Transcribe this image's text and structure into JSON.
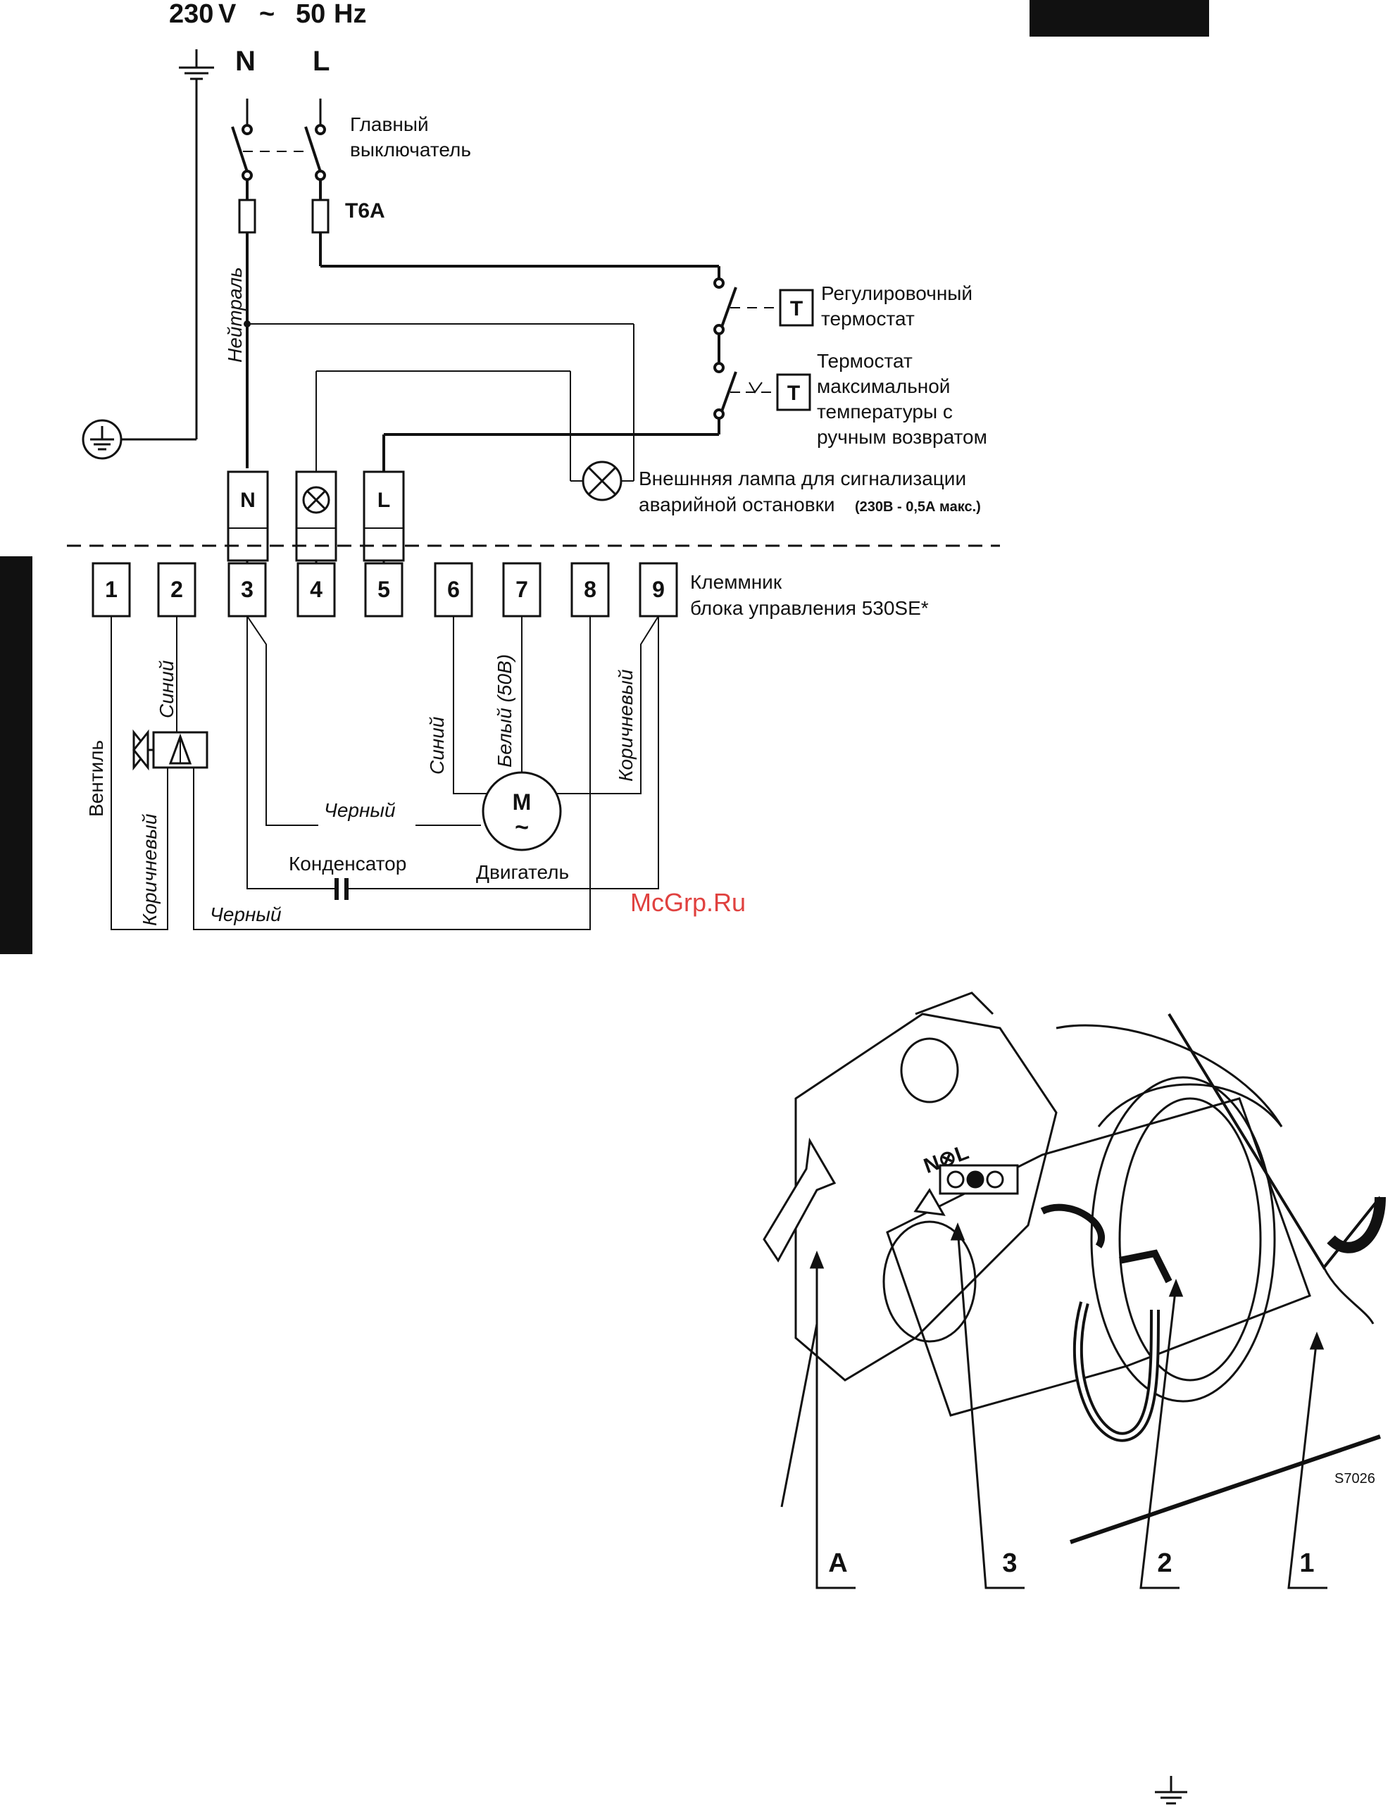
{
  "supply": {
    "voltage": "230",
    "v_unit": "V",
    "tilde": "~",
    "freq": "50",
    "f_unit": "Hz",
    "neutral": "N",
    "line": "L"
  },
  "switch": {
    "line1": "Главный",
    "line2": "выключатель"
  },
  "fuse": {
    "label": "T6A"
  },
  "neutral_label": "Нейтраль",
  "thermostats": {
    "symbol": "T",
    "regulating": [
      "Регулировочный",
      "термостат"
    ],
    "maximum": [
      "Термостат",
      "максимальной",
      "температуры с",
      "ручным возвратом"
    ]
  },
  "lamp": {
    "line1": "Внешнняя лампа для сигнализации",
    "line2": "аварийной остановки",
    "rating": "(230В - 0,5А макс.)"
  },
  "upper_terminals": [
    "N",
    "L"
  ],
  "terminals": [
    "1",
    "2",
    "3",
    "4",
    "5",
    "6",
    "7",
    "8",
    "9"
  ],
  "terminal_block": {
    "line1": "Клеммник",
    "line2": "блока управления 530SE*"
  },
  "wires": {
    "blue": "Синий",
    "white": "Белый (50В)",
    "brown": "Коричневый",
    "black": "Черный"
  },
  "valve_label": "Вентиль",
  "capacitor_label": "Конденсатор",
  "motor": {
    "symbol": "M",
    "tilde": "~",
    "label": "Двигатель"
  },
  "watermark": "McGrp.Ru",
  "photo": {
    "code": "S7026",
    "callouts": [
      "A",
      "3",
      "2",
      "1"
    ],
    "marking": "N⊗L"
  },
  "colors": {
    "ink": "#111111",
    "watermark": "#e0413f"
  }
}
